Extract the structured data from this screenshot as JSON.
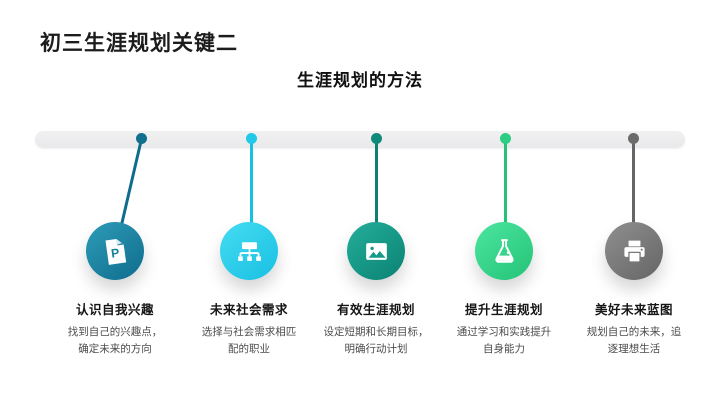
{
  "slide": {
    "header_title": "初三生涯规划关键二",
    "section_title": "生涯规划的方法"
  },
  "timeline": {
    "bar_color": "#ededef",
    "items": [
      {
        "title": "认识自我兴趣",
        "desc_lines": [
          "找到自己的兴趣点，",
          "确定未来的方向"
        ],
        "icon": "document-p-icon",
        "color_light": "#2d9cb8",
        "color_mid": "#15809c",
        "color_dark": "#0f6c8c",
        "dot_color": "#11708d"
      },
      {
        "title": "未来社会需求",
        "desc_lines": [
          "选择与社会需求相匹",
          "配的职业"
        ],
        "icon": "org-chart-icon",
        "color_light": "#45dcf2",
        "color_mid": "#2bd0ec",
        "color_dark": "#18c0e2",
        "dot_color": "#1fc9e7"
      },
      {
        "title": "有效生涯规划",
        "desc_lines": [
          "设定短期和长期目标，",
          "明确行动计划"
        ],
        "icon": "picture-icon",
        "color_light": "#23af9a",
        "color_mid": "#149a88",
        "color_dark": "#0c8173",
        "dot_color": "#0e8a7a"
      },
      {
        "title": "提升生涯规划",
        "desc_lines": [
          "通过学习和实践提升",
          "自身能力"
        ],
        "icon": "flask-icon",
        "color_light": "#4ce5a0",
        "color_mid": "#35da8e",
        "color_dark": "#24c377",
        "dot_color": "#2ecd85"
      },
      {
        "title": "美好未来蓝图",
        "desc_lines": [
          "规划自己的未来，追",
          "逐理想生活"
        ],
        "icon": "printer-icon",
        "color_light": "#8f8f8f",
        "color_mid": "#787878",
        "color_dark": "#656565",
        "dot_color": "#6b6b6b"
      }
    ]
  }
}
